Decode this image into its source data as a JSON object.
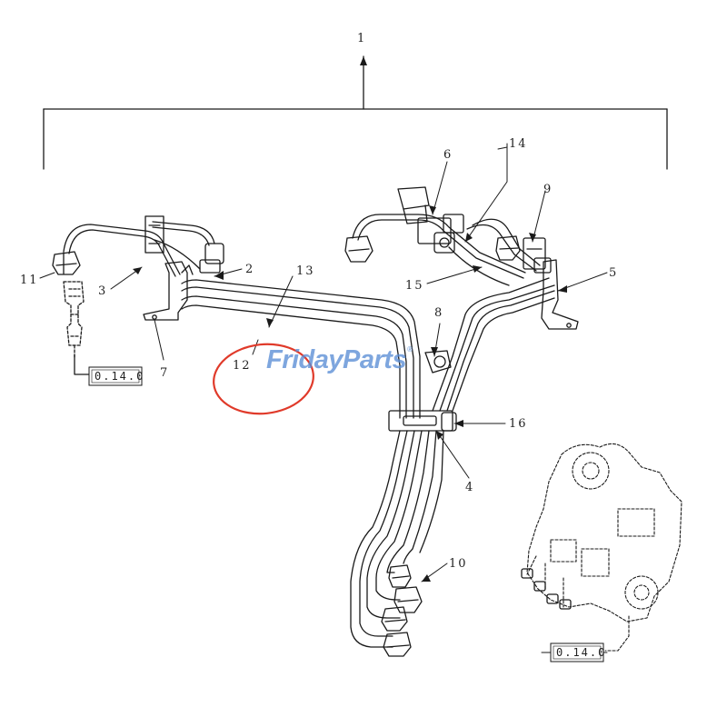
{
  "callouts": {
    "c1": "1",
    "c2": "2",
    "c3": "3",
    "c4": "4",
    "c5": "5",
    "c6": "6",
    "c7": "7",
    "c8": "8",
    "c9": "9",
    "c10": "10",
    "c11": "11",
    "c12": "12",
    "c13": "13",
    "c14": "14",
    "c15": "15",
    "c16": "16"
  },
  "references": {
    "left": "0.14.0",
    "right": "0.14.0"
  },
  "watermark": {
    "part1": "Friday",
    "part2": "Parts",
    "mark": "®"
  },
  "colors": {
    "line": "#1a1a1a",
    "highlight_circle": "#e03a2a",
    "watermark_blue": "#5a8ed6",
    "watermark_orange": "#f2a33a"
  },
  "highlight": {
    "target_callout": "12"
  }
}
